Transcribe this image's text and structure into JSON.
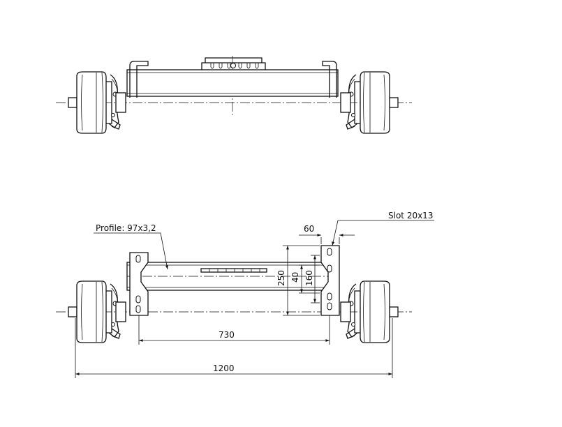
{
  "annotations": {
    "profile": "Profile: 97x3,2",
    "slot": "Slot 20x13"
  },
  "dimensions": {
    "d60": "60",
    "d250": "250",
    "d40": "40",
    "d160": "160",
    "d730": "730",
    "d1200": "1200"
  }
}
